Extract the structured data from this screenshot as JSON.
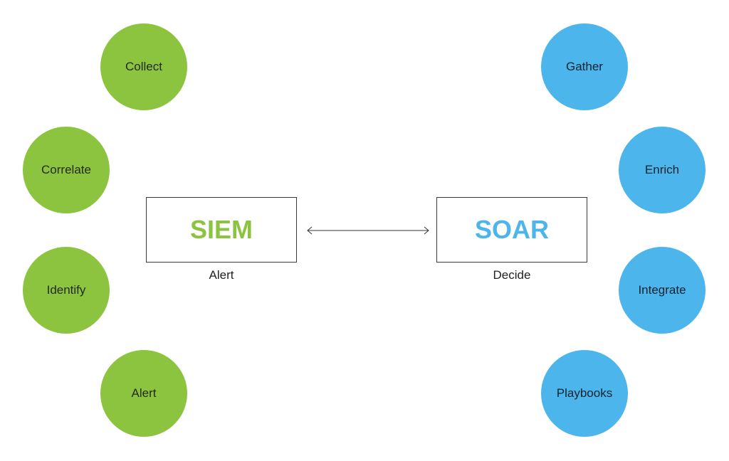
{
  "siem": {
    "title": "SIEM",
    "caption": "Alert",
    "color": "#8dc43f",
    "steps": [
      "Collect",
      "Correlate",
      "Identify",
      "Alert"
    ]
  },
  "soar": {
    "title": "SOAR",
    "caption": "Decide",
    "color": "#4cb5ec",
    "steps": [
      "Gather",
      "Enrich",
      "Integrate",
      "Playbooks"
    ]
  }
}
